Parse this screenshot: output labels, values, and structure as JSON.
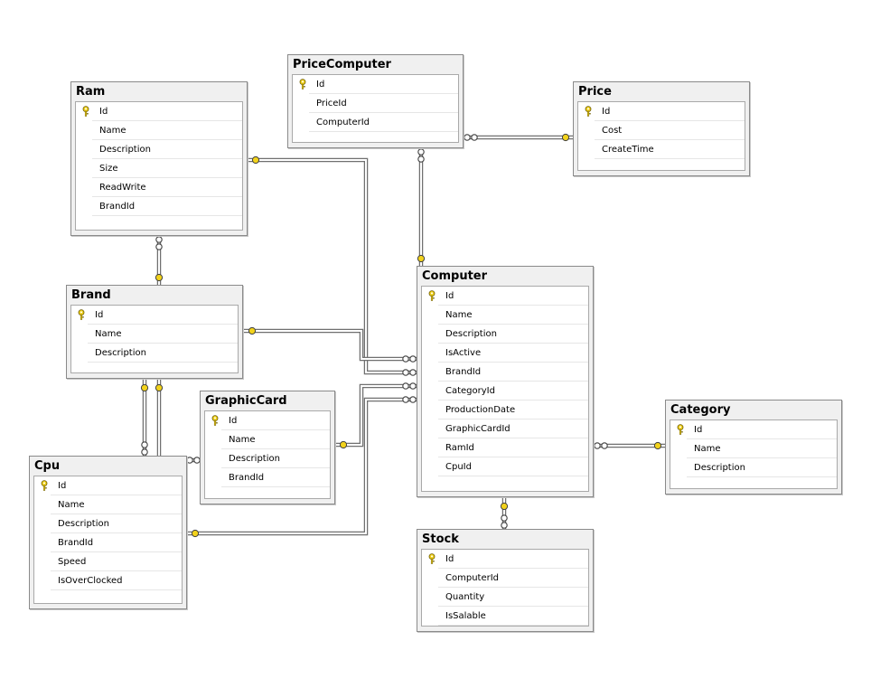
{
  "tables": {
    "pricecomputer": {
      "title": "PriceComputer",
      "columns": [
        {
          "name": "Id",
          "pk": true
        },
        {
          "name": "PriceId"
        },
        {
          "name": "ComputerId"
        }
      ]
    },
    "price": {
      "title": "Price",
      "columns": [
        {
          "name": "Id",
          "pk": true
        },
        {
          "name": "Cost"
        },
        {
          "name": "CreateTime"
        }
      ]
    },
    "ram": {
      "title": "Ram",
      "columns": [
        {
          "name": "Id",
          "pk": true
        },
        {
          "name": "Name"
        },
        {
          "name": "Description"
        },
        {
          "name": "Size"
        },
        {
          "name": "ReadWrite"
        },
        {
          "name": "BrandId"
        }
      ]
    },
    "brand": {
      "title": "Brand",
      "columns": [
        {
          "name": "Id",
          "pk": true
        },
        {
          "name": "Name"
        },
        {
          "name": "Description"
        }
      ]
    },
    "computer": {
      "title": "Computer",
      "columns": [
        {
          "name": "Id",
          "pk": true
        },
        {
          "name": "Name"
        },
        {
          "name": "Description"
        },
        {
          "name": "IsActive"
        },
        {
          "name": "BrandId"
        },
        {
          "name": "CategoryId"
        },
        {
          "name": "ProductionDate"
        },
        {
          "name": "GraphicCardId"
        },
        {
          "name": "RamId"
        },
        {
          "name": "CpuId"
        }
      ]
    },
    "graphiccard": {
      "title": "GraphicCard",
      "columns": [
        {
          "name": "Id",
          "pk": true
        },
        {
          "name": "Name"
        },
        {
          "name": "Description"
        },
        {
          "name": "BrandId"
        }
      ]
    },
    "category": {
      "title": "Category",
      "columns": [
        {
          "name": "Id",
          "pk": true
        },
        {
          "name": "Name"
        },
        {
          "name": "Description"
        }
      ]
    },
    "cpu": {
      "title": "Cpu",
      "columns": [
        {
          "name": "Id",
          "pk": true
        },
        {
          "name": "Name"
        },
        {
          "name": "Description"
        },
        {
          "name": "BrandId"
        },
        {
          "name": "Speed"
        },
        {
          "name": "IsOverClocked"
        }
      ]
    },
    "stock": {
      "title": "Stock",
      "columns": [
        {
          "name": "Id",
          "pk": true
        },
        {
          "name": "ComputerId"
        },
        {
          "name": "Quantity"
        },
        {
          "name": "IsSalable"
        }
      ]
    }
  },
  "colors": {
    "key_fill": "#f2d21b",
    "key_stroke": "#6b5a00",
    "line": "#707070"
  },
  "icons": {
    "primary_key": "key-icon",
    "one_end": "key-connector-icon",
    "many_end": "infinity-connector-icon"
  }
}
